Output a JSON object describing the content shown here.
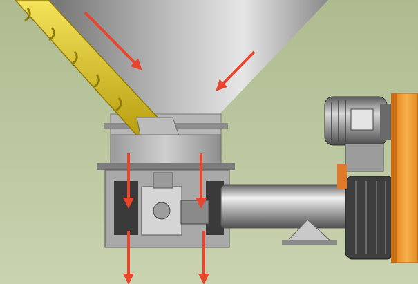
{
  "diagram": {
    "background_top": "#aebb8f",
    "background_bottom": "#c9d3b0",
    "screw_color": "#e5d12a",
    "arrow_color": "#e8452c",
    "motor_cover_color": "#f2a13a",
    "steel_light": "#d9d9d9",
    "steel_dark": "#4a4a4a",
    "arrows": [
      {
        "id": "inflow-left",
        "direction": "down-right"
      },
      {
        "id": "inflow-right",
        "direction": "down-left"
      },
      {
        "id": "flow-left-chamber",
        "direction": "down"
      },
      {
        "id": "flow-right-chamber",
        "direction": "down"
      },
      {
        "id": "outflow-left",
        "direction": "down"
      },
      {
        "id": "outflow-right",
        "direction": "down"
      }
    ]
  }
}
